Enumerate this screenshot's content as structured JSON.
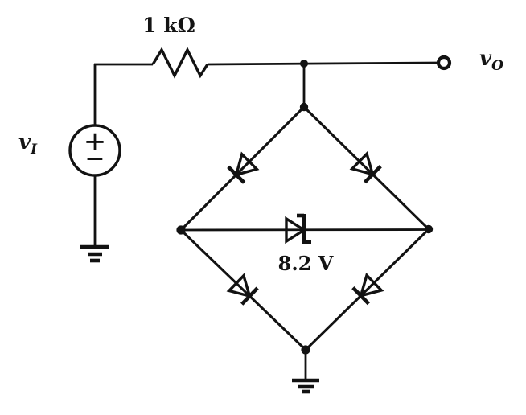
{
  "labels": {
    "resistor": "1 kΩ",
    "zener": "8.2 V",
    "input": {
      "base": "v",
      "sub": "I"
    },
    "output": {
      "base": "v",
      "sub": "O"
    },
    "source": {
      "plus": "+",
      "minus": "−"
    }
  }
}
